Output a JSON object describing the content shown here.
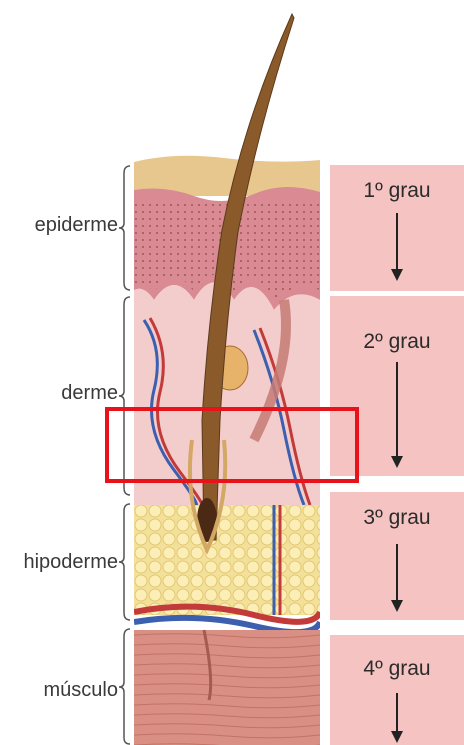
{
  "layers": {
    "epiderme": "epiderme",
    "derme": "derme",
    "hipoderme": "hipoderme",
    "musculo": "músculo"
  },
  "degrees": [
    {
      "label": "1º grau"
    },
    {
      "label": "2º grau"
    },
    {
      "label": "3º grau"
    },
    {
      "label": "4º grau"
    }
  ],
  "colors": {
    "panel": "#f5c4c2",
    "highlight": "#e8121a"
  }
}
